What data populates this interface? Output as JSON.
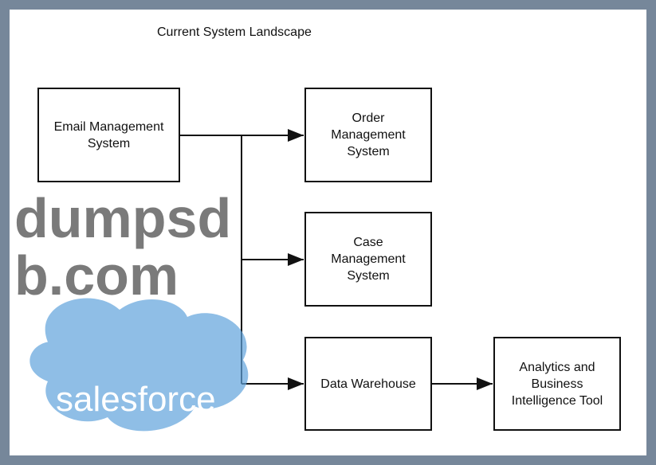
{
  "title": "Current System Landscape",
  "nodes": {
    "email": "Email Management System",
    "order": "Order Management System",
    "case": "Case Management System",
    "warehouse": "Data Warehouse",
    "analytics": "Analytics and Business Intelligence Tool"
  },
  "watermark": "dumpsdb.com",
  "logo": "salesforce",
  "colors": {
    "frame": "#76879a",
    "cloud": "#5fa3dc"
  }
}
